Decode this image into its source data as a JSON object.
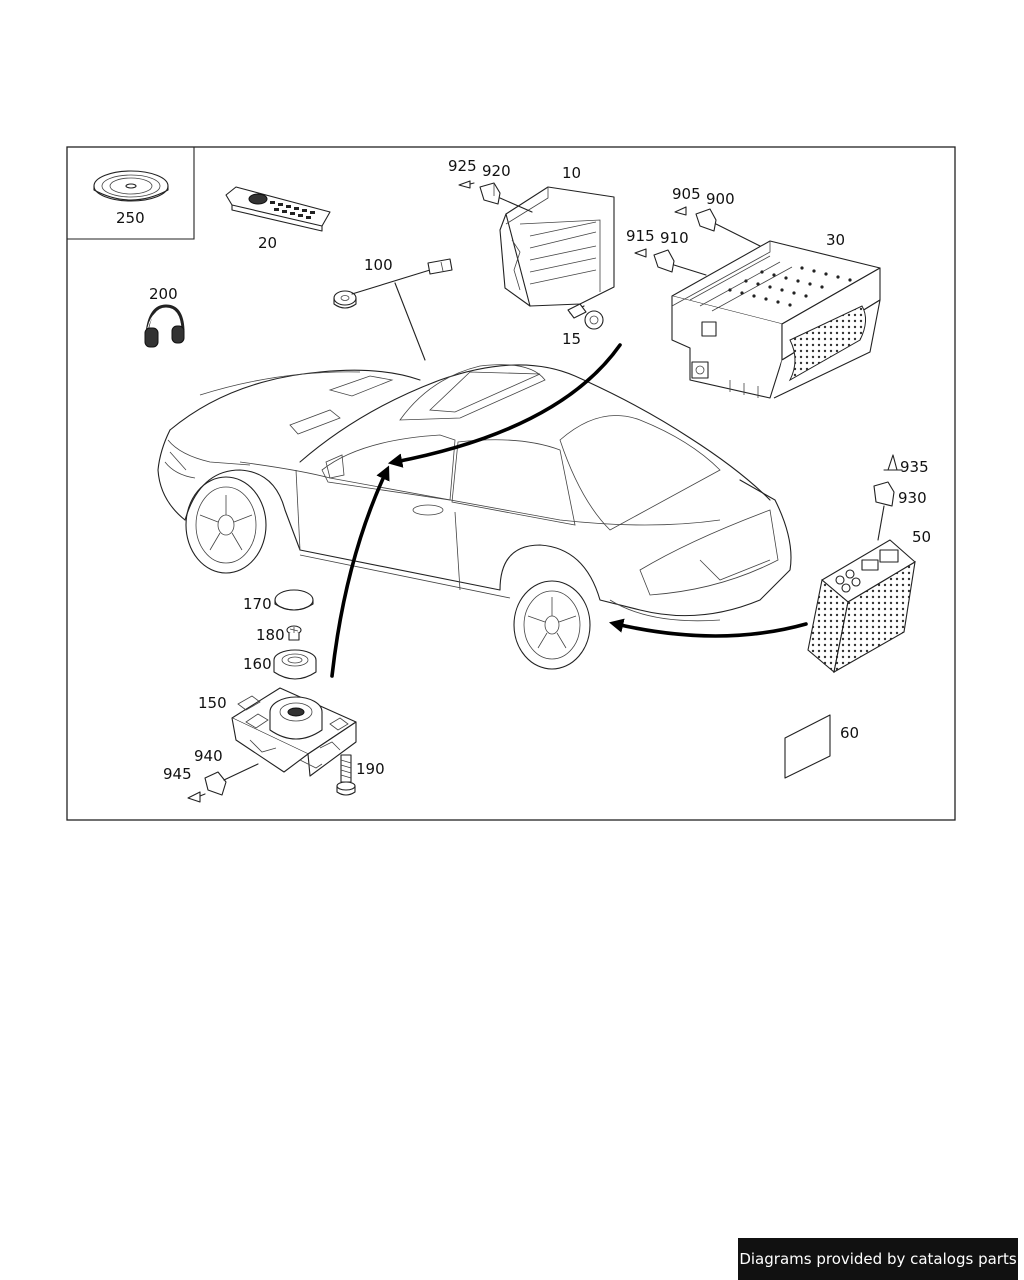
{
  "callouts": {
    "c250": "250",
    "c20": "20",
    "c100": "100",
    "c200": "200",
    "c925": "925",
    "c920": "920",
    "c10": "10",
    "c15": "15",
    "c905": "905",
    "c900": "900",
    "c915": "915",
    "c910": "910",
    "c30": "30",
    "c935": "935",
    "c930": "930",
    "c50": "50",
    "c170": "170",
    "c180": "180",
    "c160": "160",
    "c150": "150",
    "c940": "940",
    "c945": "945",
    "c190": "190",
    "c60": "60"
  },
  "footer": {
    "text": "Diagrams provided by catalogs parts"
  },
  "colors": {
    "line": "#222222",
    "background": "#ffffff",
    "footer_bg": "#111111"
  }
}
